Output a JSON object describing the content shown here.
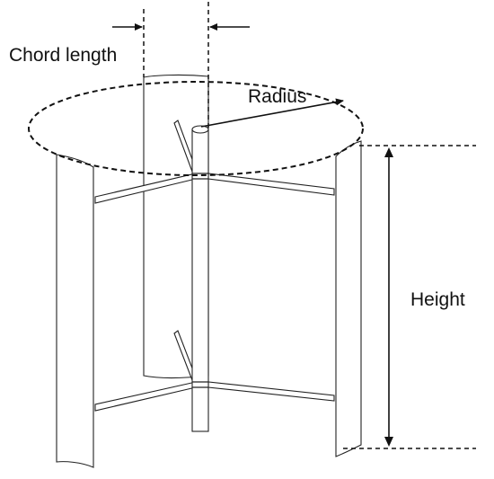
{
  "labels": {
    "chord_length": "Chord length",
    "radius": "Radius",
    "height": "Height"
  },
  "colors": {
    "stroke": "#222222",
    "background": "#ffffff"
  }
}
